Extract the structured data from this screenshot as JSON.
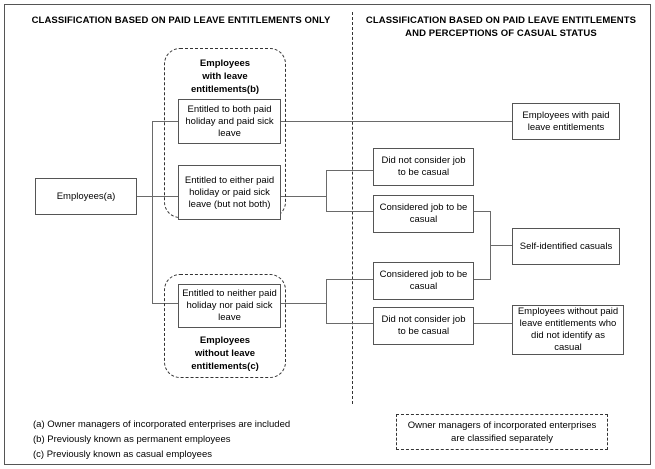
{
  "headers": {
    "left": "CLASSIFICATION BASED ON PAID LEAVE ENTITLEMENTS ONLY",
    "right": "CLASSIFICATION BASED ON PAID LEAVE ENTITLEMENTS AND PERCEPTIONS OF CASUAL STATUS"
  },
  "groups": {
    "with_leave": "Employees\nwith leave\nentitlements(b)",
    "without_leave": "Employees\nwithout leave\nentitlements(c)"
  },
  "nodes": {
    "root": "Employees(a)",
    "both": "Entitled to both paid holiday and paid sick leave",
    "either": "Entitled to either paid holiday or paid sick leave (but not both)",
    "neither": "Entitled to neither paid holiday nor paid sick leave",
    "mid_not_casual_upper": "Did not consider job to be casual",
    "mid_casual_upper": "Considered job to be casual",
    "mid_casual_lower": "Considered job to be casual",
    "mid_not_casual_lower": "Did not consider job to be casual",
    "out_with_leave": "Employees with paid leave entitlements",
    "out_self_casual": "Self-identified casuals",
    "out_without_leave": "Employees without paid leave entitlements who did not identify as casual"
  },
  "footnotes": [
    "(a) Owner managers of incorporated enterprises are included",
    "(b) Previously known as permanent employees",
    "(c) Previously known as casual employees"
  ],
  "note_box": "Owner managers of incorporated enterprises are classified separately",
  "colors": {
    "line": "#6a6a6a",
    "border": "#555555",
    "dashed": "#333333",
    "text": "#000000",
    "background": "#ffffff"
  }
}
